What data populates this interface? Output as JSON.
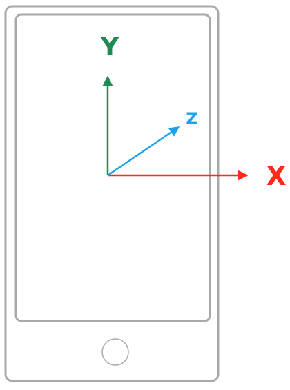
{
  "axes": {
    "x": {
      "label": "X",
      "color": "#ff2a1a"
    },
    "y": {
      "label": "Y",
      "color": "#1f8a52"
    },
    "z": {
      "label": "Z",
      "color": "#1aa3e8"
    }
  },
  "device": {
    "outline_color": "#a9a9a9",
    "button_icon": "home-button-circle"
  }
}
